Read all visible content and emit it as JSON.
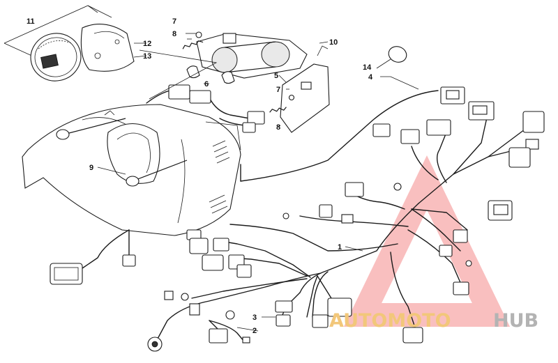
{
  "callouts": {
    "c1": "1",
    "c2": "2",
    "c3": "3",
    "c4": "4",
    "c5": "5",
    "c6": "6",
    "c7a": "7",
    "c7b": "7",
    "c8a": "8",
    "c8b": "8",
    "c9": "9",
    "c10": "10",
    "c11": "11",
    "c12": "12",
    "c13": "13",
    "c14": "14"
  },
  "watermark": {
    "part1": "AUTOMOTO",
    "part2": "HUB",
    "accent_color": "#f4a6a6",
    "text_color_a": "#f2c77a",
    "text_color_b": "#b3b3b3"
  }
}
